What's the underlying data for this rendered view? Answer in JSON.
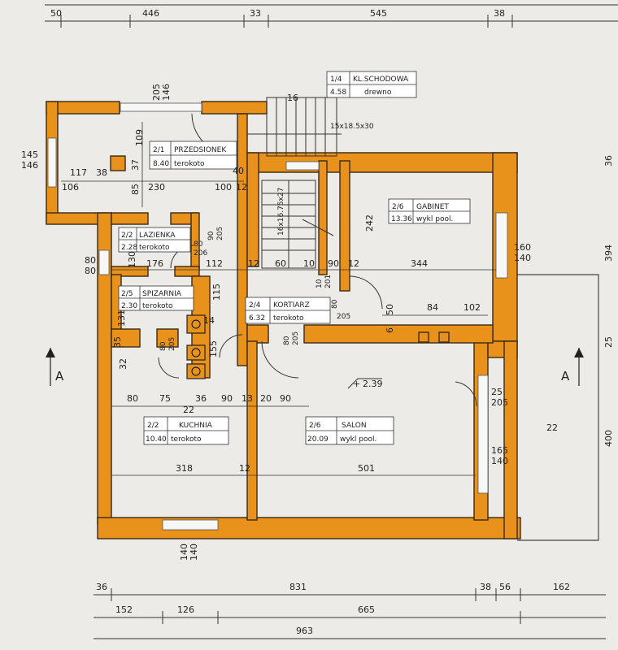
{
  "colors": {
    "wall": "#e8921c",
    "wall_edge": "#3a2a14",
    "paper": "#ecebe8",
    "line": "#333333"
  },
  "rooms": [
    {
      "id": "przedsionek",
      "code": "2/1",
      "name": "PRZEDSIONEK",
      "area": "8.40",
      "floor": "terokoto"
    },
    {
      "id": "lazienka",
      "code": "2/2",
      "name": "LAZIENKA",
      "area": "2.28",
      "floor": "terokoto"
    },
    {
      "id": "spizarnia",
      "code": "2/5",
      "name": "SPIZARNIA",
      "area": "2.30",
      "floor": "terokoto"
    },
    {
      "id": "korytarz",
      "code": "2/4",
      "name": "KORTIARZ",
      "area": "6.32",
      "floor": "terokoto"
    },
    {
      "id": "kuchnia",
      "code": "2/2",
      "name": "KUCHNIA",
      "area": "10.40",
      "floor": "terokoto"
    },
    {
      "id": "salon",
      "code": "2/6",
      "name": "SALON",
      "area": "20.09",
      "floor": "wykl pool."
    },
    {
      "id": "gabinet",
      "code": "2/6",
      "name": "GABINET",
      "area": "13.36",
      "floor": "wykl pool."
    },
    {
      "id": "klatka",
      "code": "1/4",
      "name": "KL.SCHODOWA",
      "area": "4.58",
      "floor": "drewno"
    }
  ],
  "top_dims": [
    "50",
    "446",
    "33",
    "545",
    "38"
  ],
  "bottom_dims_row1": [
    "36",
    "831",
    "38",
    "56",
    "162"
  ],
  "bottom_dims_row2": [
    "152",
    "126",
    "665"
  ],
  "bottom_dims_total": "963",
  "right_dims": [
    "36",
    "394",
    "25",
    "400"
  ],
  "interior_dims": {
    "d205_146": [
      "205",
      "146"
    ],
    "d16": "16",
    "d109": "109",
    "d37": "37",
    "d85": "85",
    "d230": "230",
    "d100": "100",
    "d12a": "12",
    "d40": "40",
    "d117": "117",
    "d38": "38",
    "d106": "106",
    "d145_146": [
      "145",
      "146"
    ],
    "d130": "130",
    "d176": "176",
    "d112": "112",
    "d80_80": [
      "80",
      "80"
    ],
    "d12b": "12",
    "d60": "60",
    "d10": "10",
    "d90a": "90",
    "d12c": "12",
    "d344": "344",
    "d242": "242",
    "d160_140": [
      "160",
      "140"
    ],
    "d115": "115",
    "d131": "131",
    "d84": "84",
    "d102": "102",
    "d50": "50",
    "d6": "6",
    "d35": "35",
    "d32": "32",
    "row_80": "80",
    "row_75": "75",
    "row_36": "36",
    "row_90": "90",
    "row_13": "13",
    "row_20": "20",
    "row_90b": "90",
    "d22": "22",
    "d318": "318",
    "d12d": "12",
    "d501": "501",
    "d25_205": [
      "25",
      "205"
    ],
    "d165_140": [
      "165",
      "140"
    ],
    "d140_140": [
      "140",
      "140"
    ],
    "d80_205": [
      "80",
      "205"
    ],
    "d80_205b": [
      "80",
      "205"
    ],
    "d80_205c": [
      "80",
      "205"
    ],
    "d80_206": [
      "80",
      "206"
    ],
    "d90_205": [
      "90",
      "205"
    ],
    "d10_201": [
      "10",
      "201"
    ],
    "level": "2.39",
    "d14": "14",
    "d155": "155",
    "d22b": "22"
  },
  "stair_label": "15x18.5x30",
  "stair_label2": "16x16.75x27",
  "section_marker": "A"
}
